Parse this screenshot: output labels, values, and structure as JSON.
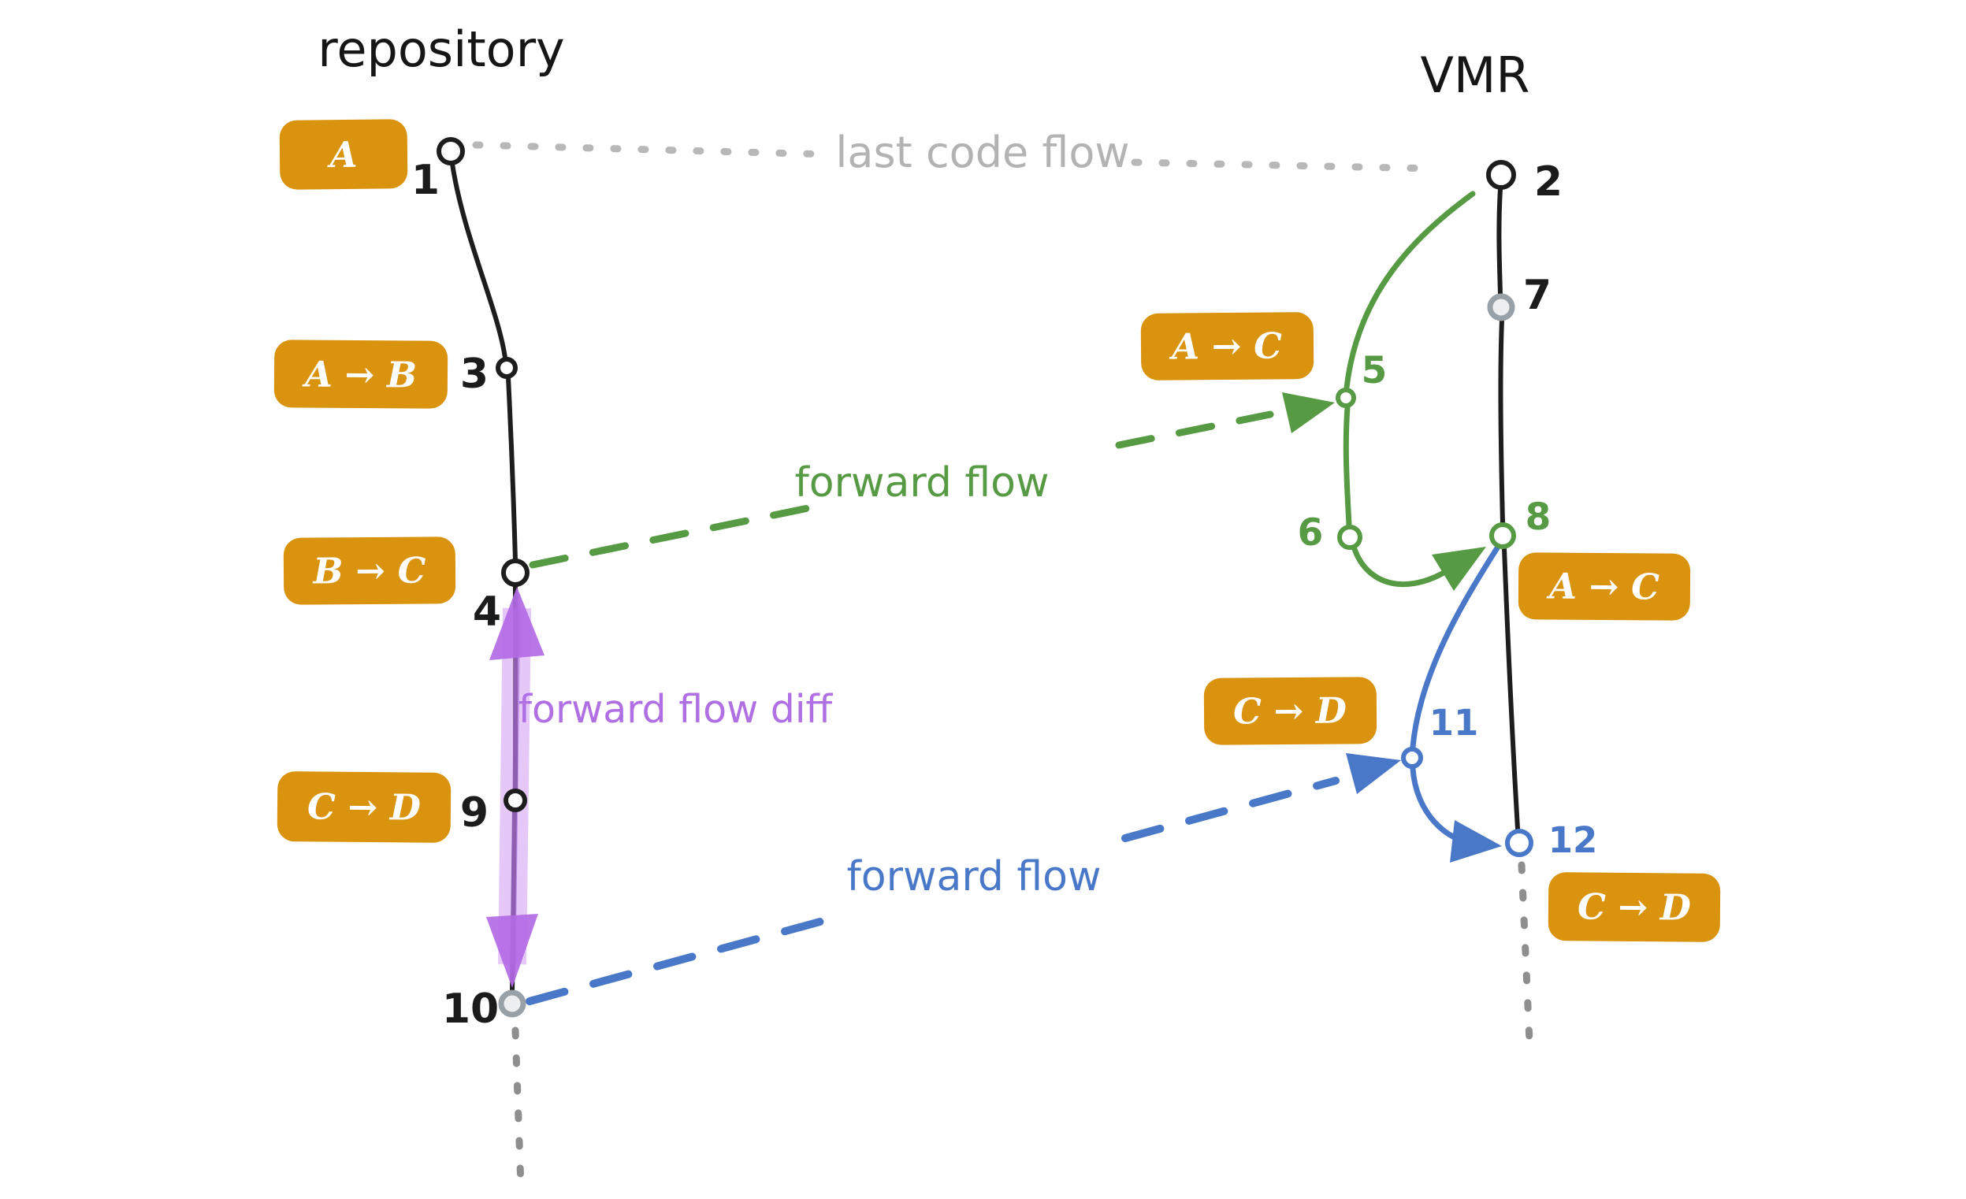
{
  "columns": {
    "repository": {
      "title": "repository"
    },
    "vmr": {
      "title": "VMR"
    }
  },
  "flows": {
    "last_code_flow": {
      "label": "last code flow",
      "color": "#b3b3b3",
      "style": "dotted"
    },
    "forward_flow_top": {
      "label": "forward flow",
      "color": "#569a43",
      "style": "dashed",
      "from_node": "4",
      "to_node": "5"
    },
    "forward_flow_diff": {
      "label": "forward flow diff",
      "color": "#b06fe3",
      "style": "thick-band",
      "from_node": "4",
      "to_node": "10"
    },
    "forward_flow_bottom": {
      "label": "forward flow",
      "color": "#4a78c8",
      "style": "dashed",
      "from_node": "10",
      "to_node": "11"
    }
  },
  "commit_badges": {
    "repo_a": "A",
    "repo_ab": "A → B",
    "repo_bc": "B → C",
    "repo_cd": "C → D",
    "vmr_ac_top": "A → C",
    "vmr_ac_right": "A → C",
    "vmr_cd_left": "C → D",
    "vmr_cd_bottom": "C → D"
  },
  "nodes": {
    "n1": "1",
    "n2": "2",
    "n3": "3",
    "n4": "4",
    "n5": "5",
    "n6": "6",
    "n7": "7",
    "n8": "8",
    "n9": "9",
    "n10": "10",
    "n11": "11",
    "n12": "12"
  },
  "colors": {
    "badge_orange": "#d9930e",
    "green": "#569a43",
    "blue": "#4a78c8",
    "purple": "#b06fe3",
    "purple_band": "#d3a4f3",
    "gray_text": "#b3b3b3",
    "node_gray_fill": "#eceef0",
    "black": "#1d1d1d"
  }
}
